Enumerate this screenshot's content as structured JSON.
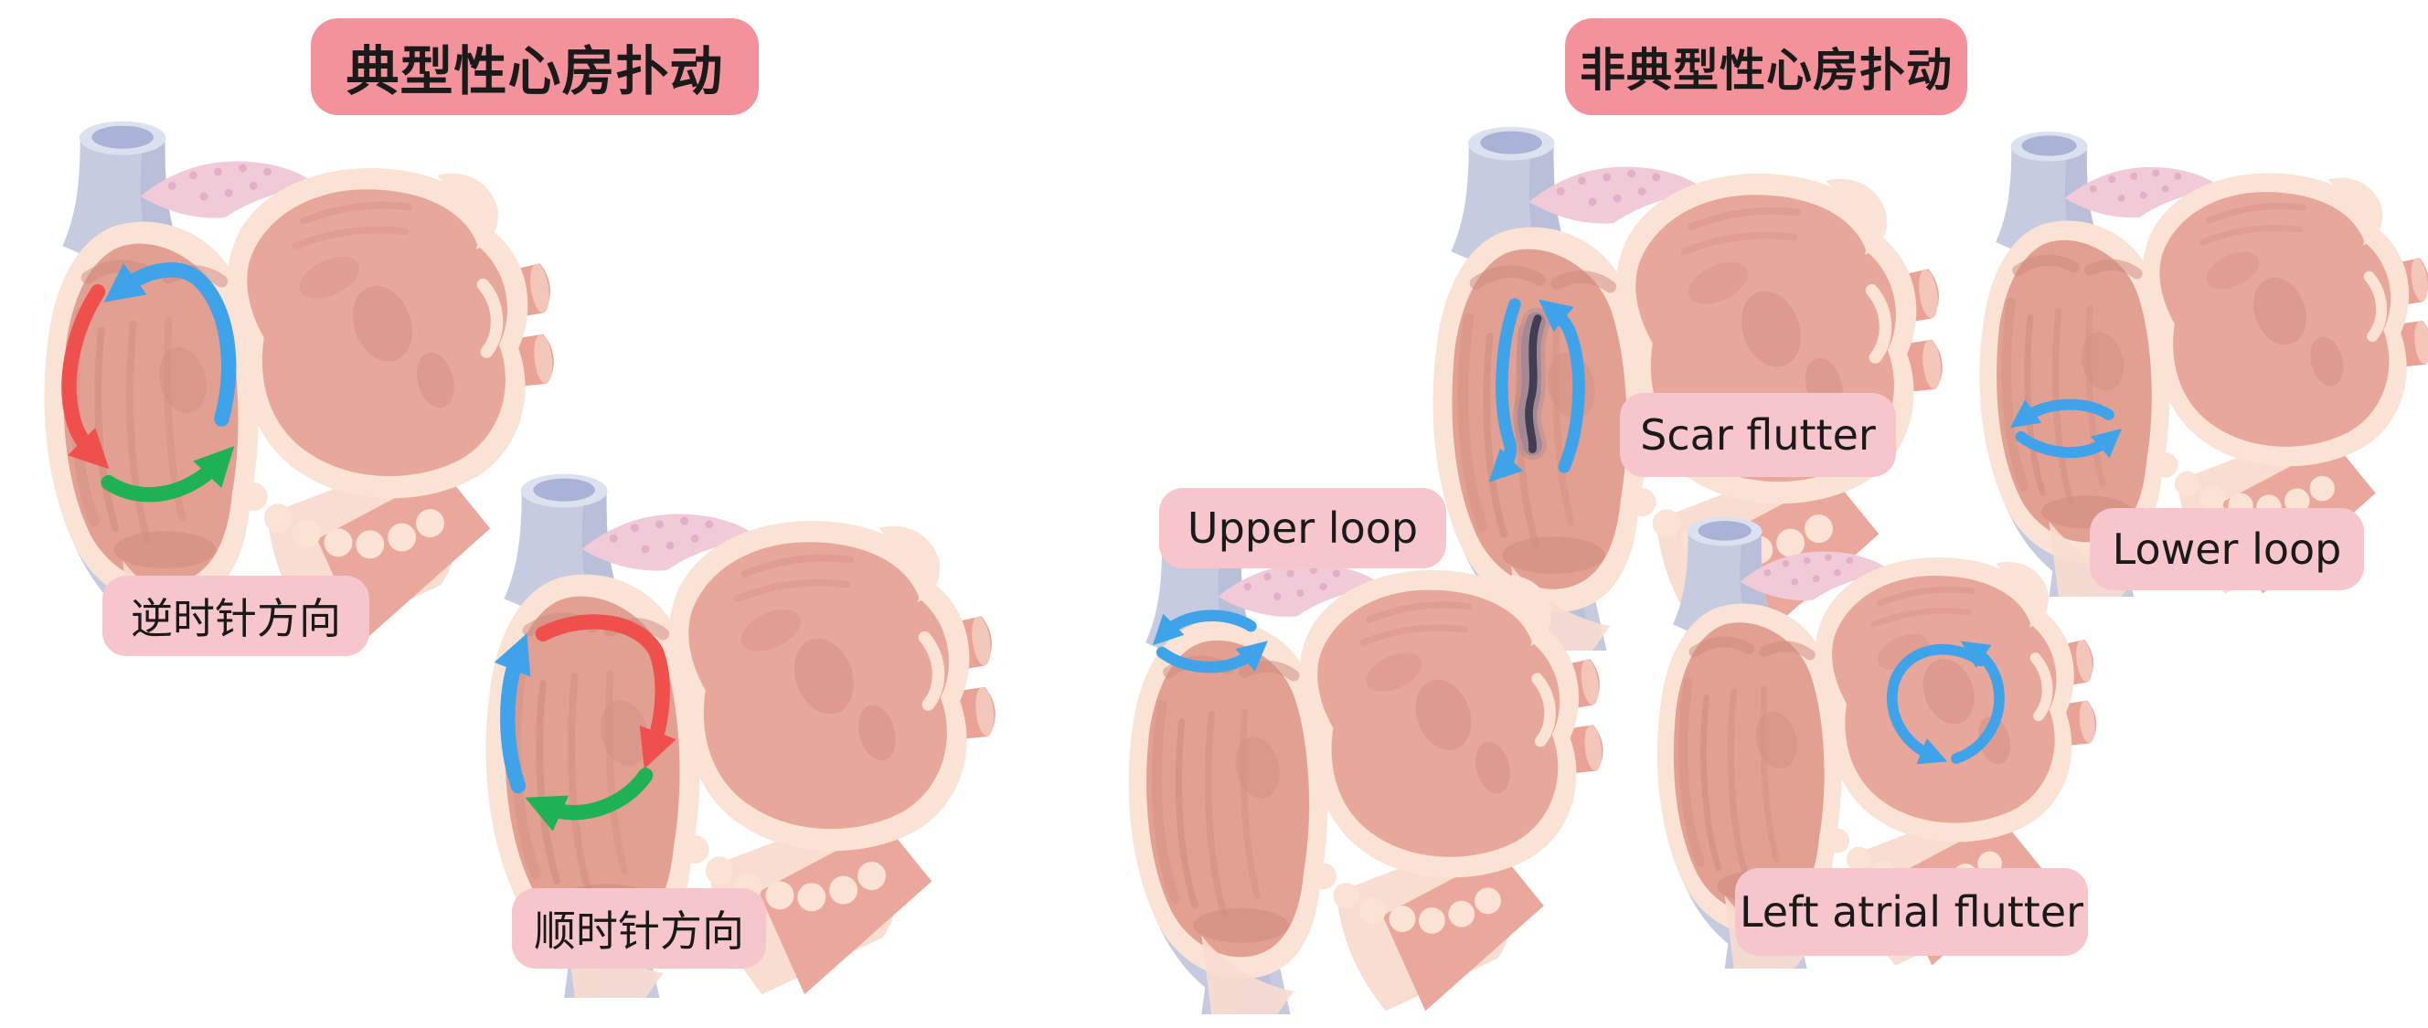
{
  "figure": {
    "background": "#ffffff",
    "sections": [
      {
        "id": "typical",
        "title": "典型性心房扑动",
        "variants": [
          {
            "label": "逆时针方向",
            "loop": "counterclockwise-right-atrium",
            "arrow_colors": [
              "#3FA3EA",
              "#F0504C",
              "#1FB155"
            ]
          },
          {
            "label": "顺时针方向",
            "loop": "clockwise-right-atrium",
            "arrow_colors": [
              "#F0504C",
              "#1FB155",
              "#3FA3EA"
            ]
          }
        ]
      },
      {
        "id": "atypical",
        "title": "非典型性心房扑动",
        "variants": [
          {
            "label": "Scar flutter",
            "loop": "around-atrial-scar",
            "arrow_colors": [
              "#3FA3EA"
            ]
          },
          {
            "label": "Upper loop",
            "loop": "upper-right-atrium",
            "arrow_colors": [
              "#3FA3EA"
            ]
          },
          {
            "label": "Lower loop",
            "loop": "lower-right-atrium",
            "arrow_colors": [
              "#3FA3EA"
            ]
          },
          {
            "label": "Left atrial flutter",
            "loop": "left-atrium",
            "arrow_colors": [
              "#3FA3EA"
            ]
          }
        ]
      }
    ],
    "colors": {
      "title_badge": "#F4929B",
      "label_badge": "#F6C6CC",
      "arrow_blue": "#3FA3EA",
      "arrow_red": "#F0504C",
      "arrow_green": "#1FB155",
      "scar": "#413E54",
      "heart_outline": "#FAE2D5",
      "atrium_interior": "#E2A093",
      "vein": "#C6CBE0"
    }
  }
}
